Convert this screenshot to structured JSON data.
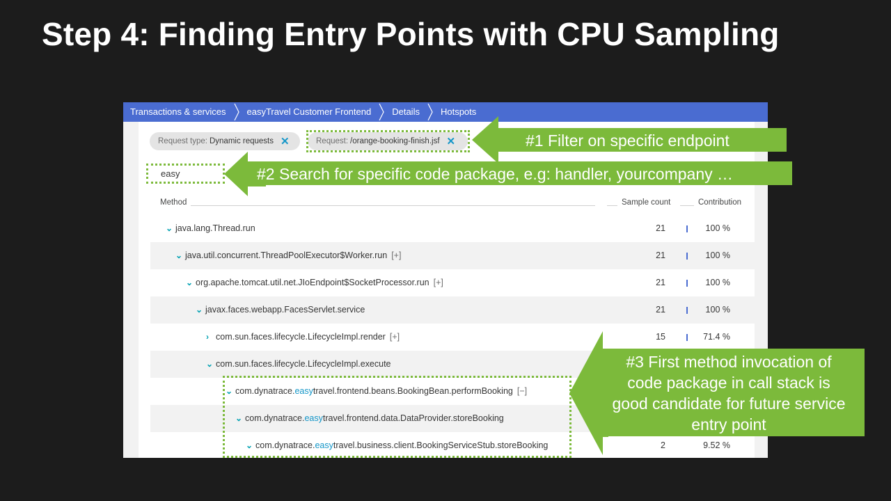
{
  "slide": {
    "title": "Step 4: Finding Entry Points with CPU Sampling"
  },
  "breadcrumb": {
    "items": [
      {
        "label": "Transactions & services"
      },
      {
        "label": "easyTravel Customer Frontend"
      },
      {
        "label": "Details"
      },
      {
        "label": "Hotspots"
      }
    ]
  },
  "filters": {
    "chips": [
      {
        "key": "Request type:",
        "value": "Dynamic requests",
        "remove": "✕"
      },
      {
        "key": "Request:",
        "value": "/orange-booking-finish.jsf",
        "remove": "✕"
      }
    ],
    "search_value": "easy"
  },
  "table": {
    "columns": {
      "method": "Method",
      "sample_count": "Sample count",
      "contribution": "Contribution"
    },
    "rows": [
      {
        "toggle": "⌄",
        "method": "java.lang.Thread.run",
        "expander": "",
        "count": "21",
        "contribution": "100 %"
      },
      {
        "toggle": "⌄",
        "method": "java.util.concurrent.ThreadPoolExecutor$Worker.run",
        "expander": "[+]",
        "count": "21",
        "contribution": "100 %"
      },
      {
        "toggle": "⌄",
        "method": "org.apache.tomcat.util.net.JIoEndpoint$SocketProcessor.run",
        "expander": "[+]",
        "count": "21",
        "contribution": "100 %"
      },
      {
        "toggle": "⌄",
        "method": "javax.faces.webapp.FacesServlet.service",
        "expander": "",
        "count": "21",
        "contribution": "100 %"
      },
      {
        "toggle": "›",
        "method": "com.sun.faces.lifecycle.LifecycleImpl.render",
        "expander": "[+]",
        "count": "15",
        "contribution": "71.4 %"
      },
      {
        "toggle": "⌄",
        "method": "com.sun.faces.lifecycle.LifecycleImpl.execute",
        "expander": "",
        "count": "",
        "contribution": ""
      },
      {
        "toggle": "⌄",
        "method_prefix": "com.dynatrace.",
        "method_highlight": "easy",
        "method_suffix": "travel.frontend.beans.BookingBean.performBooking",
        "expander": "[−]",
        "count": "",
        "contribution": ""
      },
      {
        "toggle": "⌄",
        "method_prefix": "com.dynatrace.",
        "method_highlight": "easy",
        "method_suffix": "travel.frontend.data.DataProvider.storeBooking",
        "expander": "",
        "count": "",
        "contribution": ""
      },
      {
        "toggle": "⌄",
        "method_prefix": "com.dynatrace.",
        "method_highlight": "easy",
        "method_suffix": "travel.business.client.BookingServiceStub.storeBooking",
        "expander": "",
        "count": "2",
        "contribution": "9.52 %"
      }
    ]
  },
  "callouts": {
    "c1": "#1 Filter on specific endpoint",
    "c2": "#2 Search for specific code package, e.g: handler, yourcompany …",
    "c3": [
      "#3 First method invocation of",
      "code package in call stack is",
      "good candidate for future service",
      "entry point"
    ]
  },
  "colors": {
    "accent_blue": "#4a6cd1",
    "callout_green": "#7cba3b",
    "highlight_teal": "#1496c8"
  }
}
